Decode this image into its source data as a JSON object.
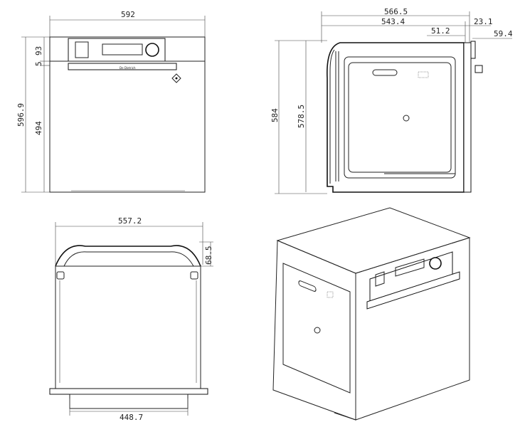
{
  "dimensions": {
    "front_width": "592",
    "front_height_total": "596.9",
    "front_panel_height": "93",
    "front_gap": "5",
    "front_body_height": "494",
    "side_depth_total": "566.5",
    "side_depth_body": "543.4",
    "side_knob_depth": "23.1",
    "side_handle_depth": "51.2",
    "side_door_depth": "59.4",
    "side_height_total": "584",
    "side_height_body": "578.5",
    "top_width": "557.2",
    "top_handle_depth": "68.5",
    "top_bottom_width": "448.7"
  },
  "front_panel": {
    "brand": "De Dietrich"
  }
}
